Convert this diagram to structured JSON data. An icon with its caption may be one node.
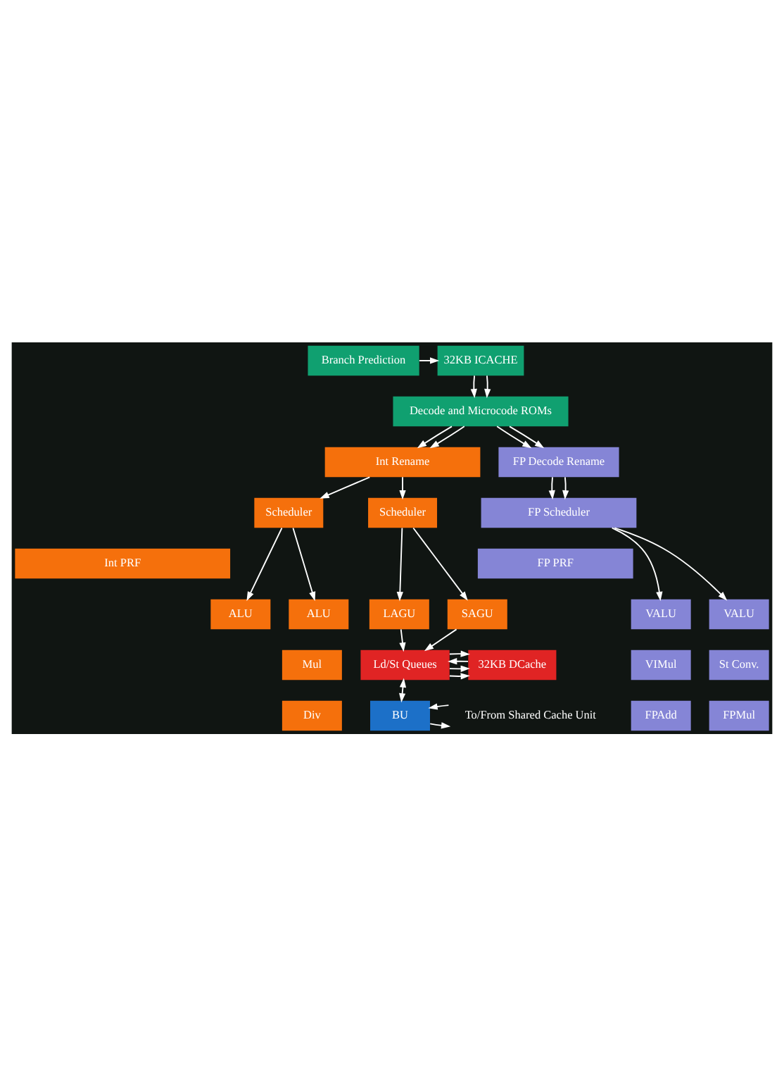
{
  "diagram": {
    "nodes": [
      {
        "text": [
          "32KB ICACHE"
        ]
      },
      {
        "text": [
          "Branch Prediction"
        ]
      },
      {
        "text": [
          "Decode and Microcode ROMs"
        ]
      },
      {
        "text": [
          "Int Rename"
        ]
      },
      {
        "text": [
          "FP Decode Rename"
        ]
      },
      {
        "text": [
          "Scheduler"
        ]
      },
      {
        "text": [
          "Scheduler"
        ]
      },
      {
        "text": [
          "Int PRF"
        ]
      },
      {
        "text": [
          "FP Scheduler"
        ]
      },
      {
        "text": [
          "ALU"
        ]
      },
      {
        "text": [
          "ALU"
        ]
      },
      {
        "text": [
          "LAGU"
        ]
      },
      {
        "text": [
          "SAGU"
        ]
      },
      {
        "text": [
          "FP PRF"
        ]
      },
      {
        "text": [
          "Mul"
        ]
      },
      {
        "text": [
          "Div"
        ]
      },
      {
        "text": [
          "VALU"
        ]
      },
      {
        "text": [
          "VALU"
        ]
      },
      {
        "text": [
          "32KB DCache"
        ]
      },
      {
        "text": [
          "Ld/St Queues"
        ]
      },
      {
        "text": [
          "VIMul"
        ]
      },
      {
        "text": [
          "St Conv."
        ]
      },
      {
        "text": [
          "FPAdd"
        ]
      },
      {
        "text": [
          "FPMul"
        ]
      },
      {
        "text": [
          "BU"
        ]
      },
      {
        "text": [
          "To/From Shared Cache Unit"
        ]
      }
    ],
    "edges": [
      {
        "from": 1,
        "to": 0,
        "arrow": "to"
      },
      {
        "from": 0,
        "to": 2,
        "arrow": "to"
      },
      {
        "from": 0,
        "to": 2,
        "arrow": "to"
      },
      {
        "from": 2,
        "to": 3,
        "arrow": "to"
      },
      {
        "from": 2,
        "to": 3,
        "arrow": "to"
      },
      {
        "from": 2,
        "to": 4,
        "arrow": "to"
      },
      {
        "from": 2,
        "to": 4,
        "arrow": "to"
      },
      {
        "from": 3,
        "to": 5,
        "arrow": "to"
      },
      {
        "from": 3,
        "to": 6,
        "arrow": "to"
      },
      {
        "from": 4,
        "to": 8,
        "arrow": "to"
      },
      {
        "from": 4,
        "to": 8,
        "arrow": "to"
      },
      {
        "from": 5,
        "to": 9,
        "arrow": "to"
      },
      {
        "from": 5,
        "to": 10,
        "arrow": "to"
      },
      {
        "from": 6,
        "to": 11,
        "arrow": "to"
      },
      {
        "from": 6,
        "to": 12,
        "arrow": "to"
      },
      {
        "from": 8,
        "to": 16,
        "arrow": "to"
      },
      {
        "from": 8,
        "to": 17,
        "arrow": "to"
      },
      {
        "from": 11,
        "to": 19,
        "arrow": "to"
      },
      {
        "from": 12,
        "to": 19,
        "arrow": "to"
      },
      {
        "from": 19,
        "to": 18,
        "arrow": "to"
      },
      {
        "from": 19,
        "to": 18,
        "arrow": "to"
      },
      {
        "from": 18,
        "to": 19,
        "arrow": "to"
      },
      {
        "from": 19,
        "to": 18,
        "arrow": "to"
      },
      {
        "from": 19,
        "to": 24,
        "arrow": "both"
      },
      {
        "from": 24,
        "to": 25,
        "arrow": "to"
      },
      {
        "from": 25,
        "to": 24,
        "arrow": "to"
      }
    ]
  }
}
